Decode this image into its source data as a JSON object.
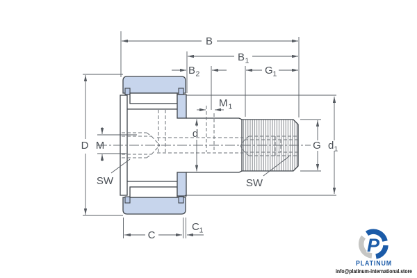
{
  "drawing": {
    "type": "engineering-section-drawing",
    "subject": "stud-type track roller cam follower bearing",
    "labels": {
      "B": "B",
      "B1": {
        "base": "B",
        "sub": "1"
      },
      "B2": {
        "base": "B",
        "sub": "2"
      },
      "G1": {
        "base": "G",
        "sub": "1"
      },
      "M1": {
        "base": "M",
        "sub": "1"
      },
      "M": "M",
      "D": "D",
      "d": "d",
      "G": "G",
      "d1": {
        "base": "d",
        "sub": "1"
      },
      "C": "C",
      "C1": {
        "base": "C",
        "sub": "1"
      },
      "SW_left": "SW",
      "SW_right": "SW"
    },
    "colors": {
      "part_fill": "#c7d5ec",
      "seal_fill": "#b9c9e6",
      "outline": "#3f444a",
      "dimension_line": "#565b61",
      "hidden_line": "#6a6f75"
    }
  },
  "branding": {
    "name": "PLATINUM",
    "email": "info@platinum-international.store",
    "logo_blue": "#1b5ba8",
    "logo_gray": "#c6c6c4"
  }
}
